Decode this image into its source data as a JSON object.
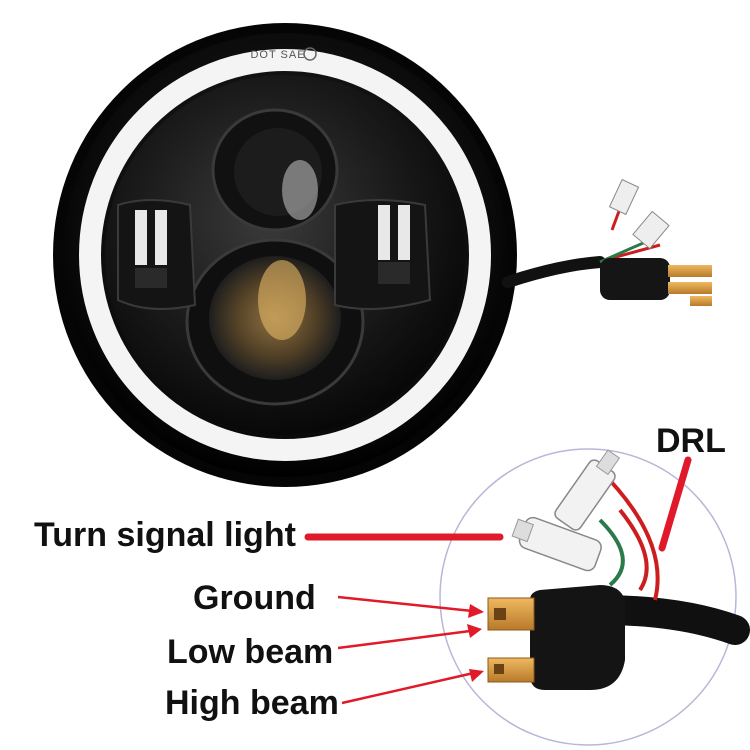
{
  "headlight": {
    "stamp_text": "DOT SAE",
    "colors": {
      "housing": "#0c0c0c",
      "halo_ring": "#f2f2f2",
      "reflector": "#1a1a1a",
      "wire_red": "#cc1e1e",
      "wire_green": "#2a7a4a",
      "connector_pin": "#d99a3a",
      "arrow": "#e01a2a"
    }
  },
  "labels": {
    "drl": "DRL",
    "turn_signal": "Turn signal light",
    "ground": "Ground",
    "low_beam": "Low beam",
    "high_beam": "High beam"
  }
}
